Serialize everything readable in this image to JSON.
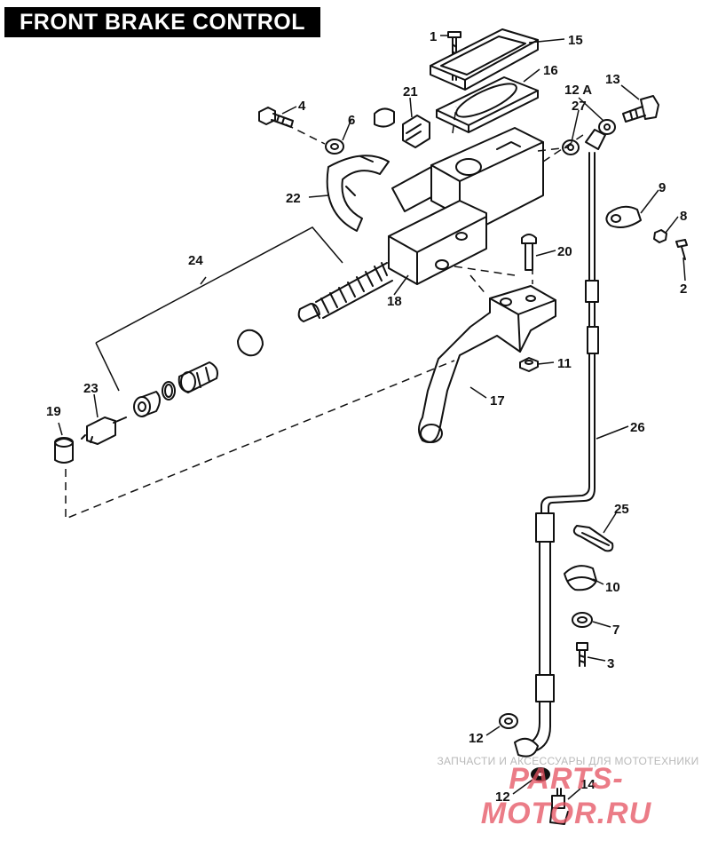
{
  "title": "FRONT BRAKE CONTROL",
  "watermark": {
    "caption": "ЗАПЧАСТИ И АКСЕССУАРЫ ДЛЯ МОТОТЕХНИКИ",
    "brand": "PARTS-MOTOR.RU"
  },
  "part_labels": [
    "1",
    "15",
    "16",
    "12 A",
    "27",
    "13",
    "4",
    "6",
    "21",
    "22",
    "9",
    "8",
    "2",
    "20",
    "24",
    "18",
    "11",
    "17",
    "23",
    "19",
    "26",
    "25",
    "10",
    "7",
    "3",
    "12",
    "12",
    "14"
  ],
  "colors": {
    "ink": "#111111",
    "title_bg": "#000000",
    "title_fg": "#ffffff",
    "watermark": "#e4505f"
  }
}
